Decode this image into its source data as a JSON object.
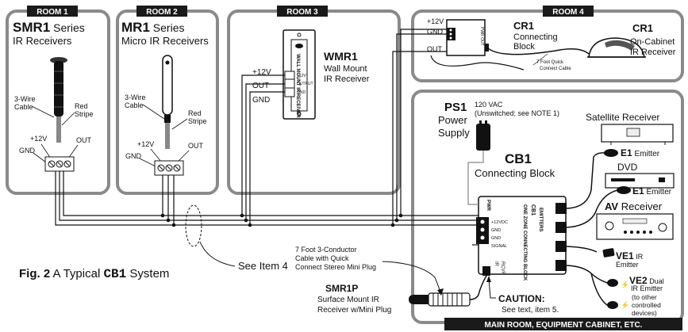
{
  "rooms": {
    "room1": "ROOM 1",
    "room2": "ROOM 2",
    "room3": "ROOM 3",
    "room4": "ROOM 4",
    "main": "MAIN ROOM, EQUIPMENT CABINET, ETC."
  },
  "smr1": {
    "code": "SMR1",
    "title_suffix": " Series",
    "subtitle": "IR Receivers",
    "cable_l1": "3-Wire",
    "cable_l2": "Cable",
    "stripe_l1": "Red",
    "stripe_l2": "Stripe",
    "v12": "+12V",
    "gnd": "GND",
    "out": "OUT"
  },
  "mr1": {
    "code": "MR1",
    "title_suffix": " Series",
    "subtitle": "Micro IR Receivers",
    "cable_l1": "3-Wire",
    "cable_l2": "Cable",
    "stripe_l1": "Red",
    "stripe_l2": "Stripe",
    "v12": "+12V",
    "gnd": "GND",
    "out": "OUT"
  },
  "wmr1": {
    "code": "WMR1",
    "line1": "Wall Mount",
    "line2": "IR Receiver",
    "v12": "+12V",
    "out": "OUT",
    "gnd": "GND",
    "plate_text": "WALL MOUNT IR RECEIVER",
    "term_12": "+12V",
    "term_out": "OUTPUT",
    "term_gnd": "GND"
  },
  "room4": {
    "v12": "+12V",
    "gnd": "GND",
    "out": "OUT",
    "cr1_block_code": "CR1",
    "cr1_block_l1": "Connecting",
    "cr1_block_l2": "Block",
    "cr1_rx_code": "CR1",
    "cr1_rx_l1": "On-Cabinet",
    "cr1_rx_l2": "IR Receiver",
    "cable_l1": "7 Foot Quick",
    "cable_l2": "Connect Cable",
    "pwr_out": "PWR OUT"
  },
  "ps1": {
    "code": "PS1",
    "l1": "Power",
    "l2": "Supply",
    "note_l1": "120 VAC",
    "note_l2": "(Unswitched; see NOTE 1)"
  },
  "cb1": {
    "code": "CB1",
    "label": "Connecting Block",
    "pwr": "PWR",
    "t_12": "+12VDC",
    "t_gnd1": "GND",
    "t_gnd2": "GND",
    "t_signal": "SIGNAL",
    "rcvr_l1": "IR",
    "rcvr_l2": "RCVR",
    "emitters": "EMITTERS",
    "block_title": "ONE ZONE CONNECTING BLOCK",
    "block_code": "CB1"
  },
  "devices": {
    "sat": "Satellite Receiver",
    "e1a_code": "E1",
    "e1a_suffix": " Emitter",
    "dvd": "DVD",
    "e1b_code": "E1",
    "e1b_suffix": " Emitter",
    "av_code": "AV",
    "av_suffix": " Receiver",
    "ve1_code": "VE1",
    "ve1_l1": " IR",
    "ve1_l2": "Emitter",
    "ve2_code": "VE2",
    "ve2_l1": " Dual",
    "ve2_l2": "IR Emitter",
    "other_l1": "(to other",
    "other_l2": "controlled",
    "other_l3": "devices)"
  },
  "misc": {
    "cable3_l1": "7 Foot 3-Conductor",
    "cable3_l2": "Cable with Quick",
    "cable3_l3": "Connect Stereo Mini Plug",
    "see_item4": "See Item 4",
    "smr1p_code": "SMR1P",
    "smr1p_l1": "Surface Mount IR",
    "smr1p_l2": "Receiver w/Mini Plug",
    "caution": "CAUTION:",
    "caution_sub": "See text, item 5.",
    "fig_prefix": "Fig. 2",
    "fig_mid": "  A Typical ",
    "fig_code": "CB1",
    "fig_suffix": " System"
  },
  "colors": {
    "room_border": "#8a8a8a",
    "tab_bg": "#1a1a1a",
    "wire": "#111111"
  }
}
